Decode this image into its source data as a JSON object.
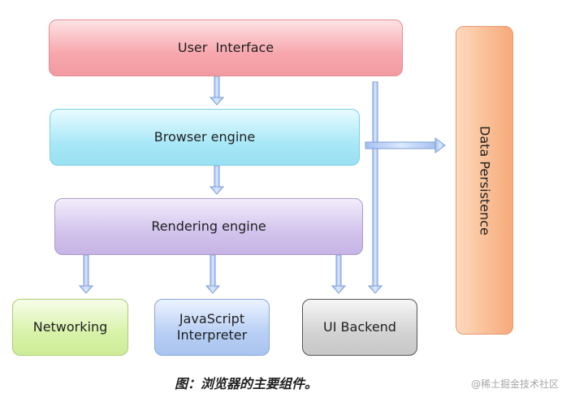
{
  "diagram": {
    "components": {
      "user_interface": "User  Interface",
      "browser_engine": "Browser engine",
      "rendering_engine": "Rendering engine",
      "networking": "Networking",
      "javascript_interpreter": "JavaScript\nInterpreter",
      "ui_backend": "UI Backend",
      "data_persistence": "Data Persistence"
    },
    "caption": "图：浏览器的主要组件。",
    "watermark": "@稀土掘金技术社区",
    "colors": {
      "user_interface": "#f7a7ad",
      "browser_engine": "#a9e8f7",
      "rendering_engine": "#d2c3ec",
      "networking": "#d8f2a9",
      "javascript_interpreter": "#b8cff4",
      "ui_backend": "#d3d3d3",
      "data_persistence": "#f9bf96",
      "arrow": "#b7cdef"
    },
    "icons": {
      "connector": "arrow-icon"
    }
  }
}
